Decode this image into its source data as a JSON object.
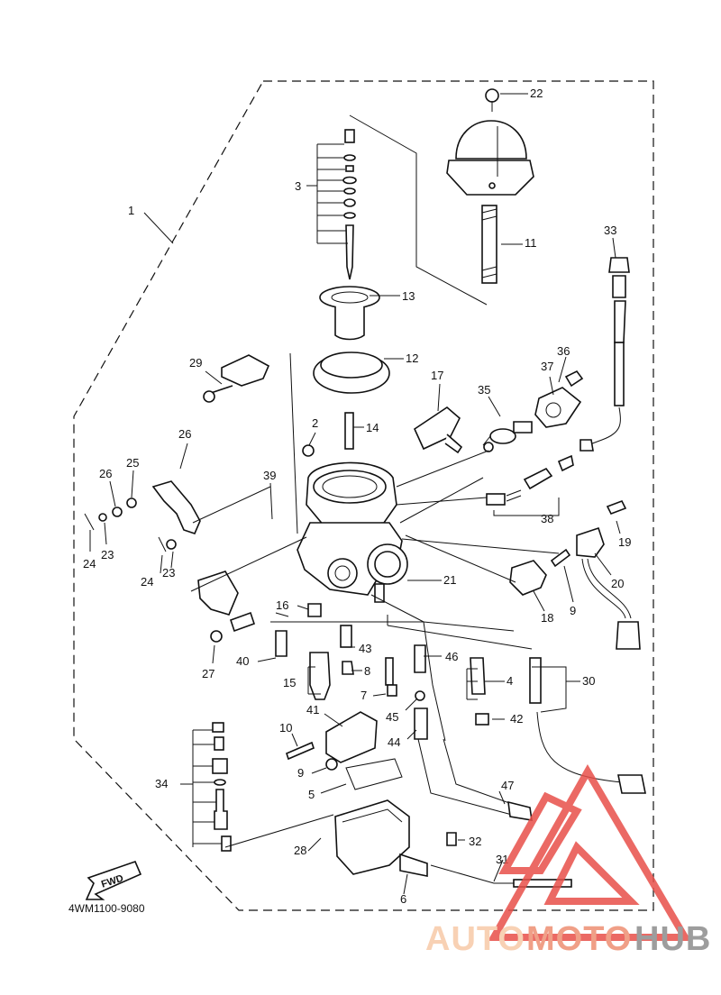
{
  "diagram": {
    "code": "4WM1100-9080",
    "fwd_label": "FWD",
    "callouts": [
      {
        "id": "c1",
        "label": "1"
      },
      {
        "id": "c22",
        "label": "22"
      },
      {
        "id": "c3",
        "label": "3"
      },
      {
        "id": "c11",
        "label": "11"
      },
      {
        "id": "c33",
        "label": "33"
      },
      {
        "id": "c13",
        "label": "13"
      },
      {
        "id": "c29",
        "label": "29"
      },
      {
        "id": "c12",
        "label": "12"
      },
      {
        "id": "c36",
        "label": "36"
      },
      {
        "id": "c37",
        "label": "37"
      },
      {
        "id": "c17",
        "label": "17"
      },
      {
        "id": "c35",
        "label": "35"
      },
      {
        "id": "c2",
        "label": "2"
      },
      {
        "id": "c14",
        "label": "14"
      },
      {
        "id": "c26a",
        "label": "26"
      },
      {
        "id": "c25",
        "label": "25"
      },
      {
        "id": "c26b",
        "label": "26"
      },
      {
        "id": "c39",
        "label": "39"
      },
      {
        "id": "c38",
        "label": "38"
      },
      {
        "id": "c19",
        "label": "19"
      },
      {
        "id": "c24a",
        "label": "24"
      },
      {
        "id": "c23a",
        "label": "23"
      },
      {
        "id": "c20",
        "label": "20"
      },
      {
        "id": "c9a",
        "label": "9"
      },
      {
        "id": "c24b",
        "label": "24"
      },
      {
        "id": "c23b",
        "label": "23"
      },
      {
        "id": "c21",
        "label": "21"
      },
      {
        "id": "c18",
        "label": "18"
      },
      {
        "id": "c16",
        "label": "16"
      },
      {
        "id": "c43",
        "label": "43"
      },
      {
        "id": "c46",
        "label": "46"
      },
      {
        "id": "c27",
        "label": "27"
      },
      {
        "id": "c40",
        "label": "40"
      },
      {
        "id": "c8",
        "label": "8"
      },
      {
        "id": "c4",
        "label": "4"
      },
      {
        "id": "c30",
        "label": "30"
      },
      {
        "id": "c15",
        "label": "15"
      },
      {
        "id": "c7",
        "label": "7"
      },
      {
        "id": "c41",
        "label": "41"
      },
      {
        "id": "c45",
        "label": "45"
      },
      {
        "id": "c42",
        "label": "42"
      },
      {
        "id": "c10",
        "label": "10"
      },
      {
        "id": "c44",
        "label": "44"
      },
      {
        "id": "c9b",
        "label": "9"
      },
      {
        "id": "c34",
        "label": "34"
      },
      {
        "id": "c5",
        "label": "5"
      },
      {
        "id": "c47",
        "label": "47"
      },
      {
        "id": "c32",
        "label": "32"
      },
      {
        "id": "c28",
        "label": "28"
      },
      {
        "id": "c31",
        "label": "31"
      },
      {
        "id": "c6",
        "label": "6"
      }
    ]
  },
  "watermark": {
    "part1": "AUTO",
    "part2": "MOTO",
    "part3": "HUB",
    "colors": {
      "light": "#f7c9a8",
      "mid": "#ee8f73",
      "dark": "#8c8c8c",
      "triangle": "#e8504a"
    }
  }
}
